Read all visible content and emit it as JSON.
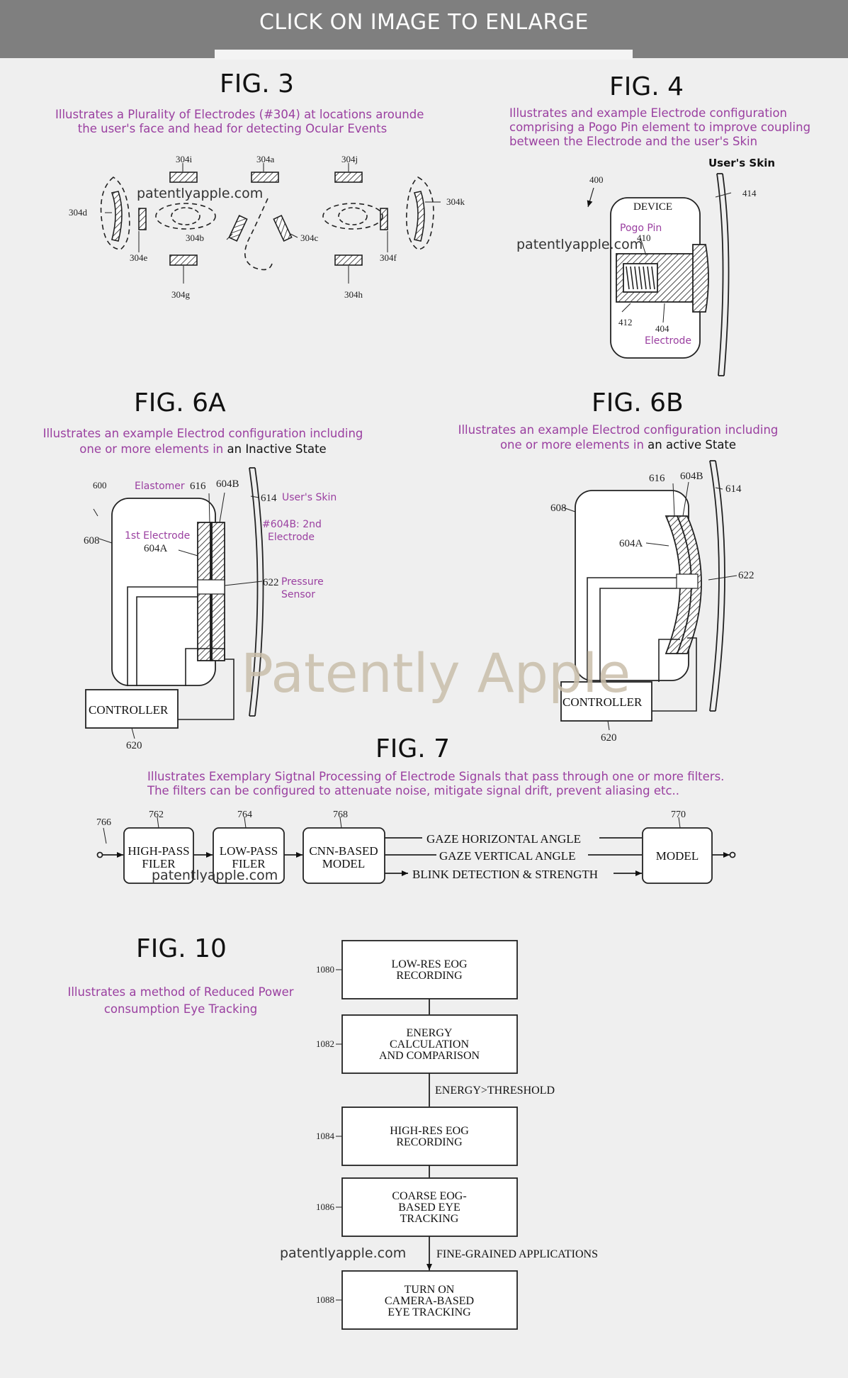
{
  "banner": {
    "text": "CLICK ON IMAGE TO ENLARGE"
  },
  "fig3": {
    "title": "FIG. 3",
    "caption_1": "Illustrates a Plurality of Electrodes (#304) at locations arounde",
    "caption_2": "the user's face and head for detecting Ocular Events",
    "watermark": "patentlyapple.com",
    "labels": {
      "i": "304i",
      "a": "304a",
      "j": "304j",
      "d": "304d",
      "k": "304k",
      "b": "304b",
      "c": "304c",
      "e": "304e",
      "f": "304f",
      "g": "304g",
      "h": "304h"
    }
  },
  "fig4": {
    "title": "FIG. 4",
    "caption_1": "Illustrates and example Electrode configuration",
    "caption_2": "comprising a Pogo Pin element to improve coupling",
    "caption_3": "between the Electrode and the user's Skin",
    "users_skin": "User's Skin",
    "device": "DEVICE",
    "pogo_pin": "Pogo Pin",
    "electrode": "Electrode",
    "watermark": "patentlyapple.com",
    "labels": {
      "n400": "400",
      "n414": "414",
      "n410": "410",
      "n412": "412",
      "n404": "404"
    }
  },
  "fig6a": {
    "title": "FIG. 6A",
    "caption_1": "Illustrates an example Electrod configuration including",
    "caption_2a": "one or more elements in ",
    "caption_2b": "an Inactive State",
    "elastomer": "Elastomer",
    "first_electrode": "1st Electrode",
    "users_skin": "User's Skin",
    "second_electrode_1": "#604B: 2nd",
    "second_electrode_2": "Electrode",
    "pressure_1": "Pressure",
    "pressure_2": "Sensor",
    "controller": "CONTROLLER",
    "labels": {
      "n600": "600",
      "n616": "616",
      "n604B": "604B",
      "n614": "614",
      "n608": "608",
      "n604A": "604A",
      "n622": "622",
      "n620": "620"
    }
  },
  "fig6b": {
    "title": "FIG. 6B",
    "caption_1": "Illustrates an example Electrod configuration including",
    "caption_2a": "one or more elements in ",
    "caption_2b": "an active State",
    "controller": "CONTROLLER",
    "labels": {
      "n616": "616",
      "n604B": "604B",
      "n614": "614",
      "n608": "608",
      "n604A": "604A",
      "n622": "622",
      "n620": "620"
    }
  },
  "watermark_big": "Patently Apple",
  "fig7": {
    "title": "FIG. 7",
    "caption_1": "Illustrates Exemplary Sigtnal Processing of Electrode Signals that pass through one or more filters.",
    "caption_2": "The filters can be configured to attenuate noise, mitigate signal drift, prevent aliasing etc..",
    "box1_l1": "HIGH-PASS",
    "box1_l2": "FILER",
    "box2_l1": "LOW-PASS",
    "box2_l2": "FILER",
    "box3_l1": "CNN-BASED",
    "box3_l2": "MODEL",
    "out1": "GAZE HORIZONTAL ANGLE",
    "out2": "GAZE VERTICAL ANGLE",
    "out3": "BLINK DETECTION & STRENGTH",
    "model": "MODEL",
    "watermark": "patentlyapple.com",
    "labels": {
      "n766": "766",
      "n762": "762",
      "n764": "764",
      "n768": "768",
      "n770": "770"
    }
  },
  "fig10": {
    "title": "FIG. 10",
    "caption_1": "Illustrates a method of Reduced Power",
    "caption_2": "consumption Eye Tracking",
    "step1_l1": "LOW-RES EOG",
    "step1_l2": "RECORDING",
    "step2_l1": "ENERGY",
    "step2_l2": "CALCULATION",
    "step2_l3": "AND COMPARISON",
    "cond1": "ENERGY>THRESHOLD",
    "step3_l1": "HIGH-RES EOG",
    "step3_l2": "RECORDING",
    "step4_l1": "COARSE EOG-",
    "step4_l2": "BASED EYE",
    "step4_l3": "TRACKING",
    "cond2": "FINE-GRAINED APPLICATIONS",
    "step5_l1": "TURN ON",
    "step5_l2": "CAMERA-BASED",
    "step5_l3": "EYE TRACKING",
    "watermark": "patentlyapple.com",
    "labels": {
      "n1080": "1080",
      "n1082": "1082",
      "n1084": "1084",
      "n1086": "1086",
      "n1088": "1088"
    }
  }
}
